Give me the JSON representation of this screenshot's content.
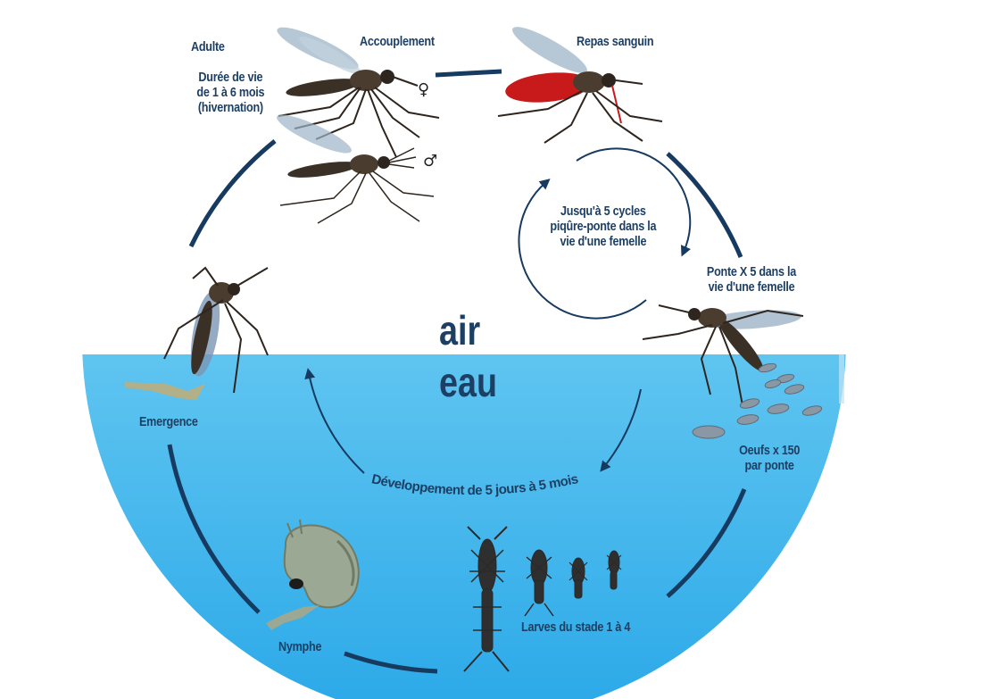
{
  "labels": {
    "adulte": "Adulte",
    "duree_1": "Durée de vie",
    "duree_2": "de 1 à 6 mois",
    "duree_3": "(hivernation)",
    "accouplement": "Accouplement",
    "female_symbol": "♀",
    "male_symbol": "♂",
    "repas": "Repas sanguin",
    "cycles_1": "Jusqu'à 5 cycles",
    "cycles_2": "piqûre-ponte dans la",
    "cycles_3": "vie d'une femelle",
    "ponte_1": "Ponte X 5 dans la",
    "ponte_2": "vie d'une femelle",
    "air": "air",
    "eau": "eau",
    "emergence": "Emergence",
    "oeufs_1": "Oeufs x 150",
    "oeufs_2": "par ponte",
    "developpement": "Développement de 5 jours à 5 mois",
    "larves": "Larves du stade 1 à 4",
    "nymphe": "Nymphe"
  },
  "colors": {
    "water_top": "#8fd6f3",
    "water_bottom": "#2aa8e8",
    "cycle_line": "#163a60",
    "label_text": "#1d3f63",
    "mosquito_body": "#3a3026",
    "blood": "#c81a1a",
    "wing": "#9db4c8",
    "egg": "#8a98a6",
    "nymph": "#9aa894"
  },
  "icons": [
    "mosquito-adult-female",
    "mosquito-adult-male",
    "mosquito-blood-meal",
    "mosquito-egg-laying",
    "mosquito-emerging",
    "eggs",
    "larvae",
    "nymph"
  ]
}
